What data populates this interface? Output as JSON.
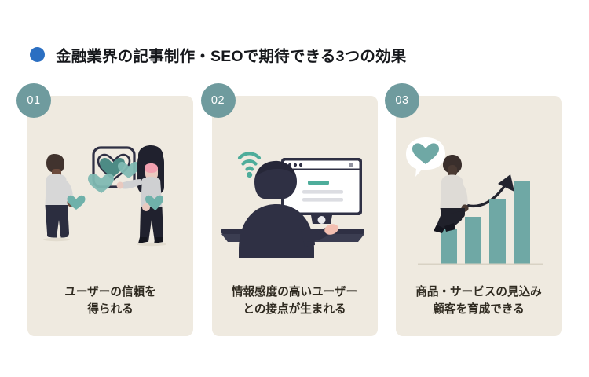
{
  "header": {
    "bullet_icon": "blue-dot-icon",
    "bullet_color": "#2b6fc2",
    "title": "金融業界の記事制作・SEOで期待できる3つの効果"
  },
  "theme": {
    "page_background": "#ffffff",
    "card_background": "#efeae0",
    "badge_background": "#6f9b9e",
    "badge_text_color": "#ffffff",
    "accent_teal": "#6fa8a5",
    "illustration_dark": "#2f3044",
    "caption_color": "#2f2a20",
    "title_color": "#16181c"
  },
  "cards": [
    {
      "number": "01",
      "illustration": "two-people-hearts-illustration",
      "caption_line1": "ユーザーの信頼を",
      "caption_line2": "得られる"
    },
    {
      "number": "02",
      "illustration": "person-at-monitor-wifi-illustration",
      "caption_line1": "情報感度の高いユーザー",
      "caption_line2": "との接点が生まれる"
    },
    {
      "number": "03",
      "illustration": "person-climbing-growth-chart-illustration",
      "caption_line1": "商品・サービスの見込み",
      "caption_line2": "顧客を育成できる"
    }
  ]
}
